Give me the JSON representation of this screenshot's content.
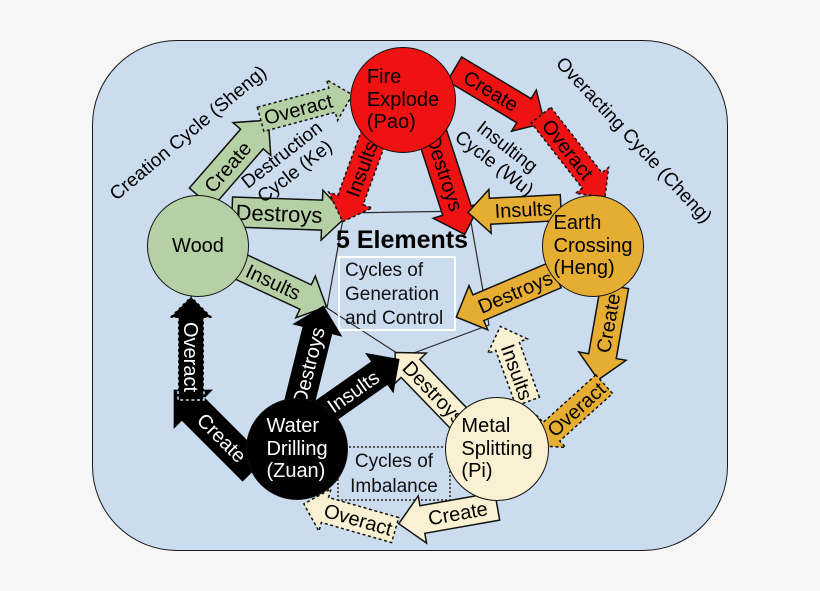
{
  "title": "5 Elements",
  "center_box": {
    "line1": "Cycles of",
    "line2": "Generation",
    "line3": "and Control"
  },
  "imbalance_box": {
    "line1": "Cycles of",
    "line2": "Imbalance"
  },
  "cycle_labels": {
    "creation": "Creation Cycle (Sheng)",
    "destruction_line1": "Destruction",
    "destruction_line2": "Cycle (Ke)",
    "insulting_line1": "Insulting",
    "insulting_line2": "Cycle (Wu)",
    "overacting": "Overacting Cycle (Cheng)"
  },
  "elements": [
    {
      "id": "fire",
      "lines": [
        "Fire",
        "Explode",
        "(Pao)"
      ],
      "color_key": "red",
      "text": "dark"
    },
    {
      "id": "earth",
      "lines": [
        "Earth",
        "Crossing",
        "(Heng)"
      ],
      "color_key": "gold",
      "text": "dark"
    },
    {
      "id": "metal",
      "lines": [
        "Metal",
        "Splitting",
        "(Pi)"
      ],
      "color_key": "cream",
      "text": "dark"
    },
    {
      "id": "water",
      "lines": [
        "Water",
        "Drilling",
        "(Zuan)"
      ],
      "color_key": "black",
      "text": "light"
    },
    {
      "id": "wood",
      "lines": [
        "Wood"
      ],
      "color_key": "green",
      "text": "dark"
    }
  ],
  "arrows": [
    {
      "id": "wood-create",
      "element": "wood",
      "kind": "create",
      "label": "Create",
      "outline": "solid"
    },
    {
      "id": "wood-overact",
      "element": "wood",
      "kind": "overact",
      "label": "Overact",
      "outline": "dotted"
    },
    {
      "id": "wood-destroys",
      "element": "wood",
      "kind": "destroys",
      "label": "Destroys",
      "outline": "solid"
    },
    {
      "id": "wood-insults",
      "element": "wood",
      "kind": "insults",
      "label": "Insults",
      "outline": "solid"
    },
    {
      "id": "fire-create",
      "element": "fire",
      "kind": "create",
      "label": "Create",
      "outline": "solid"
    },
    {
      "id": "fire-overact",
      "element": "fire",
      "kind": "overact",
      "label": "Overact",
      "outline": "dotted"
    },
    {
      "id": "fire-destroys",
      "element": "fire",
      "kind": "destroys",
      "label": "Destroys",
      "outline": "solid"
    },
    {
      "id": "fire-insults",
      "element": "fire",
      "kind": "insults",
      "label": "Insults",
      "outline": "dotted"
    },
    {
      "id": "earth-create",
      "element": "earth",
      "kind": "create",
      "label": "Create",
      "outline": "solid"
    },
    {
      "id": "earth-overact",
      "element": "earth",
      "kind": "overact",
      "label": "Overact",
      "outline": "dotted"
    },
    {
      "id": "earth-destroys",
      "element": "earth",
      "kind": "destroys",
      "label": "Destroys",
      "outline": "solid"
    },
    {
      "id": "earth-insults",
      "element": "earth",
      "kind": "insults",
      "label": "Insults",
      "outline": "solid"
    },
    {
      "id": "metal-create",
      "element": "metal",
      "kind": "create",
      "label": "Create",
      "outline": "solid"
    },
    {
      "id": "metal-overact",
      "element": "metal",
      "kind": "overact",
      "label": "Overact",
      "outline": "dotted"
    },
    {
      "id": "metal-destroys",
      "element": "metal",
      "kind": "destroys",
      "label": "Destroys",
      "outline": "solid"
    },
    {
      "id": "metal-insults",
      "element": "metal",
      "kind": "insults",
      "label": "Insults",
      "outline": "dotted"
    },
    {
      "id": "water-create",
      "element": "water",
      "kind": "create",
      "label": "Create",
      "outline": "solid"
    },
    {
      "id": "water-overact",
      "element": "water",
      "kind": "overact",
      "label": "Overact",
      "outline": "dotted"
    },
    {
      "id": "water-destroys",
      "element": "water",
      "kind": "destroys",
      "label": "Destroys",
      "outline": "solid"
    },
    {
      "id": "water-insults",
      "element": "water",
      "kind": "insults",
      "label": "Insults",
      "outline": "solid"
    }
  ],
  "colors": {
    "canvas_margin": "#f6f6f6",
    "board_background": "#cbdcee",
    "board_border": "#1a1a1a",
    "red": "#ee1212",
    "gold": "#e6ad33",
    "cream": "#faf0d2",
    "green": "#b6d0a5",
    "black": "#000000",
    "arrow_outline": "#111111",
    "white_text": "#ffffff"
  }
}
